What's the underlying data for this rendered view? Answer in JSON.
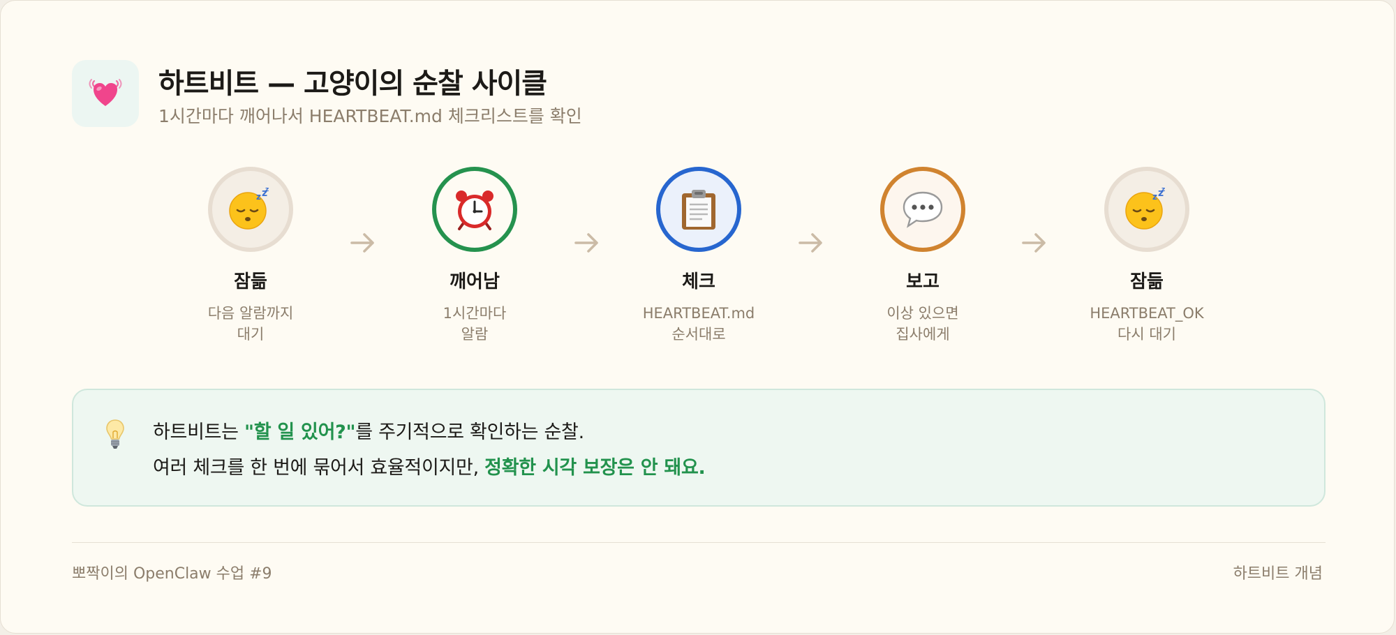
{
  "header": {
    "icon": "heart-icon",
    "title": "하트비트 — 고양이의 순찰 사이클",
    "subtitle": "1시간마다 깨어나서 HEARTBEAT.md 체크리스트를 확인"
  },
  "steps": [
    {
      "icon": "sleeping-face-icon",
      "label": "잠듦",
      "desc1": "다음 알람까지",
      "desc2": "대기",
      "ring": "#e7ddd1",
      "fill": "#f4eee5"
    },
    {
      "icon": "alarm-clock-icon",
      "label": "깨어남",
      "desc1": "1시간마다",
      "desc2": "알람",
      "ring": "#25924e",
      "fill": "#fefbf3"
    },
    {
      "icon": "clipboard-icon",
      "label": "체크",
      "desc1": "HEARTBEAT.md",
      "desc2": "순서대로",
      "ring": "#2766cf",
      "fill": "#ebf1fb"
    },
    {
      "icon": "speech-bubble-icon",
      "label": "보고",
      "desc1": "이상 있으면",
      "desc2": "집사에게",
      "ring": "#d0832f",
      "fill": "#fdf6ee"
    },
    {
      "icon": "sleeping-face-icon",
      "label": "잠듦",
      "desc1": "HEARTBEAT_OK",
      "desc2": "다시 대기",
      "ring": "#e7ddd1",
      "fill": "#f4eee5"
    }
  ],
  "callout": {
    "icon": "light-bulb-icon",
    "line1_pre": "하트비트는 ",
    "line1_hl": "\"할 일 있어?\"",
    "line1_post": "를 주기적으로 확인하는 순찰.",
    "line2_pre": "여러 체크를 한 번에 묶어서 효율적이지만, ",
    "line2_hl": "정확한 시각 보장은 안 돼요."
  },
  "footer": {
    "left": "뽀짝이의 OpenClaw 수업 #9",
    "right": "하트비트 개념"
  },
  "colors": {
    "accent_green": "#22924d",
    "arrow": "#cbbba6",
    "background": "#fefbf3"
  }
}
